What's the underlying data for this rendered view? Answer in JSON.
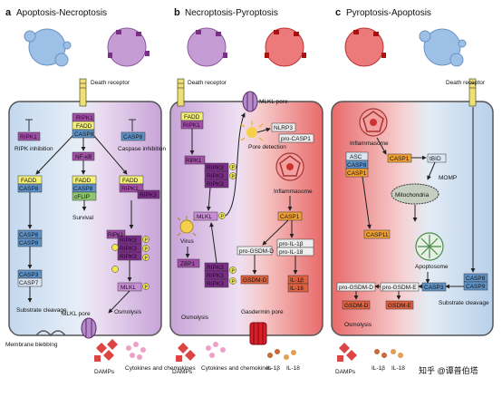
{
  "panels": [
    {
      "letter": "a",
      "title": "Apoptosis-Necroptosis"
    },
    {
      "letter": "b",
      "title": "Necroptosis-Pyroptosis"
    },
    {
      "letter": "c",
      "title": "Pyroptosis-Apoptosis"
    }
  ],
  "colors": {
    "apoptosis_blue": "#a9c7e8",
    "necroptosis_purple": "#c9a5d6",
    "pyroptosis_red": "#e86a6a",
    "casp_box": "#5f93c8",
    "ripk_box": "#a24fa8",
    "fadd_box": "#f4f07a",
    "green_box": "#8fc76d",
    "orange_box": "#f0a033",
    "gsdmd_box": "#e0603d"
  },
  "a": {
    "death_receptor": "Death receptor",
    "ripk1": "RIPK1",
    "fadd": "FADD",
    "casp8": "CASP8",
    "ripk_inhibition": "RIPK inhibition",
    "caspase_inhibition": "Caspase inhibition",
    "nfkb": "NF-κB",
    "cflip": "cFLIP",
    "survival": "Survival",
    "ripk3": "RIPK3",
    "casp3": "CASP3",
    "casp7": "CASP7",
    "substrate_cleavage": "Substrate cleavage",
    "mlkl": "MLKL",
    "p": "P",
    "mlkl_pore": "MLKL pore",
    "osmolysis": "Osmolysis",
    "membrane_blebbing": "Membrane blebbing",
    "damps": "DAMPs",
    "cytokines": "Cytokines and chemokines"
  },
  "b": {
    "death_receptor": "Death receptor",
    "mlkl_pore": "MLKL pore",
    "fadd": "FADD",
    "ripk1": "RIPK1",
    "ripk3": "RIPK3",
    "mlkl": "MLKL",
    "p": "P",
    "pore_detection": "Pore detection",
    "nlrp3": "NLRP3",
    "pro_casp1": "pro-CASP1",
    "inflammasome": "Inflammasome",
    "casp1": "CASP1",
    "pro_il1b": "pro-IL-1β",
    "pro_il18": "pro-IL-18",
    "pro_gsdmd": "pro-GSDM-D",
    "gsdmd": "GSDM-D",
    "il1b": "IL-1β",
    "il18": "IL-18",
    "virus": "Virus",
    "zbp1": "ZBP1",
    "osmolysis": "Osmolysis",
    "gasdermin_pore": "Gasdermin pore",
    "damps": "DAMPs",
    "cytokines": "Cytokines and chemokines",
    "il1b_out": "IL-1β",
    "il18_out": "IL-18"
  },
  "c": {
    "death_receptor": "Death receptor",
    "inflammasome": "Inflammasome",
    "asc": "ASC",
    "casp8": "CASP8",
    "casp1": "CASP1",
    "tbid": "tBID",
    "momp": "MOMP",
    "mitochondria": "Mitochondria",
    "casp11": "CASP11",
    "apoptosome": "Apoptosome",
    "pro_gsdmd": "pro-GSDM-D",
    "pro_gsdme": "pro-GSDM-E",
    "gsdmd": "GSDM-D",
    "gsdme": "GSDM-E",
    "casp3": "CASP3",
    "casp8b": "CASP8",
    "casp9": "CASP9",
    "substrate_cleavage": "Substrate cleavage",
    "osmolysis": "Osmolysis",
    "damps": "DAMPs",
    "il1b": "IL-1β",
    "il18": "IL-18"
  },
  "watermark": "知乎 @谭普伯塔"
}
